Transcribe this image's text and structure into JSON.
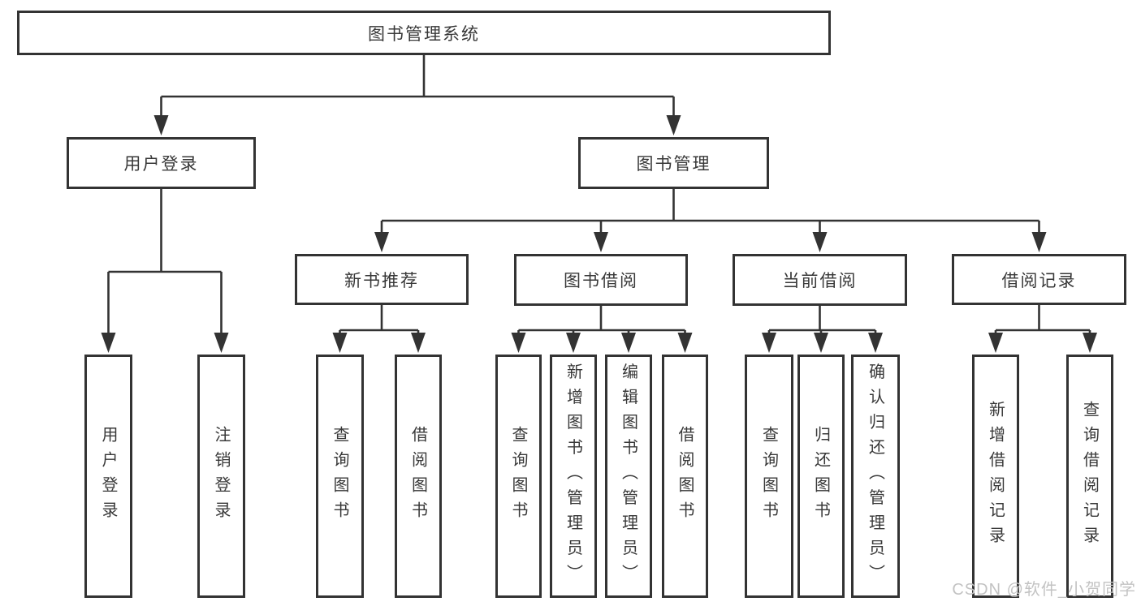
{
  "tree": {
    "label": "图书管理系统",
    "children": [
      {
        "label": "用户登录",
        "children": [
          {
            "label": "用户登录"
          },
          {
            "label": "注销登录"
          }
        ]
      },
      {
        "label": "图书管理",
        "children": [
          {
            "label": "新书推荐",
            "children": [
              {
                "label": "查询图书"
              },
              {
                "label": "借阅图书"
              }
            ]
          },
          {
            "label": "图书借阅",
            "children": [
              {
                "label": "查询图书"
              },
              {
                "label": "新增图书（管理员）"
              },
              {
                "label": "编辑图书（管理员）"
              },
              {
                "label": "借阅图书"
              }
            ]
          },
          {
            "label": "当前借阅",
            "children": [
              {
                "label": "查询图书"
              },
              {
                "label": "归还图书"
              },
              {
                "label": "确认归还（管理员）"
              }
            ]
          },
          {
            "label": "借阅记录",
            "children": [
              {
                "label": "新增借阅记录"
              },
              {
                "label": "查询借阅记录"
              }
            ]
          }
        ]
      }
    ]
  },
  "watermark": "CSDN @软件_小贺同学",
  "colors": {
    "line": "#333333",
    "box_bg": "#ffffff",
    "text": "#383838",
    "watermark": "#c3c3c3"
  }
}
